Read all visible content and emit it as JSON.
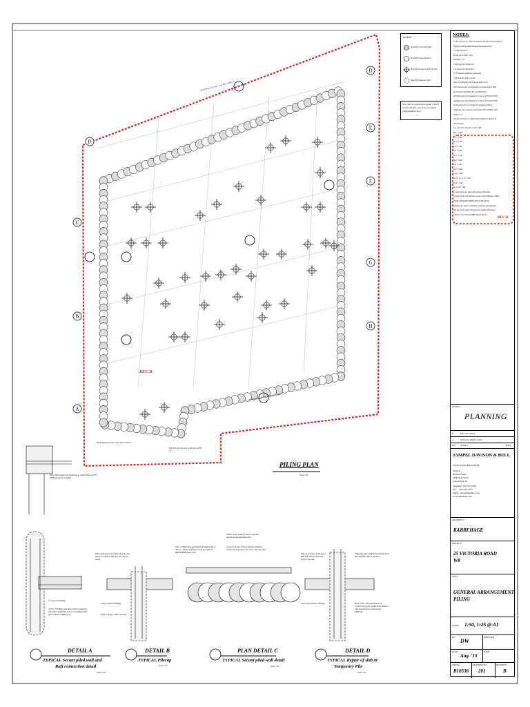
{
  "legend": {
    "heading": "LEGEND:",
    "items": [
      "denotes Secant hard piles",
      "denotes Secant soft piles",
      "denotes Permanent bearing piles",
      "denotes Temporary piles"
    ]
  },
  "pile_note": "Note that no construction grade 1 and 6 secant wall piles are to be cast above piling platform level.",
  "notes": {
    "title": "NOTES:",
    "lines": [
      "1.  This drawing is to read in conjunction with all relevant Architects,",
      "    Engineers and Specialist drawings and specifications.",
      "2.  Piling tolerances:",
      "    Setting out to within 75mm",
      "    Verticality 1:75",
      "3.  Bearing piles 350mm dia.",
      "    L-N denotes permanent piles",
      "    T1-T14 denotes temporary works piles",
      "    +0.85 indicates SWL in tonnes",
      "    Piles to be designed with minimum safety of 2.0",
      "    All permanent piles are designed for a tension load of 10kN",
      "    Secant piled wall 600mm dia. and 800mm dia.",
      "    All 600mm dia. piles designed for a load of 150 tonnes (SWL)",
      "    All 800mm dia. piles designed for a load of 150 tonnes (SWL)",
      "    Secant piled wall to be designed as propped cantilever.",
      "    Temporary piles maximum reinforcement 60% and 80% shaft",
      "    friction 17 m.",
      "    All piles to act as 1 in 150mm above finished cut off level of",
      "    slab all levels:",
      "    L.A. T4, T5, T7, T8, T9, T10   at +1.480",
      "    B                               at +1.380",
      "    C                               at +1.280",
      "    D                               at +1.180",
      "    E                               at +1.380",
      "    F                               at +1.580",
      "    G                               at +1.780",
      "    H                               at +1.480",
      "    J                               at +1.380",
      "    K                               at +1.280",
      "    T1                              at +1.080",
      "    20, 21, 23, 24                  at +1.380",
      "    25                              at +1.280",
      "    26, 13                          at +1.180",
      "5.  Loads shown are plans with spacing information",
      "    Concrete grade C40 minimum cement content 360kg/m³ of RSP",
      "    (NOTE: DESIGNED MIXES NOT TO BE USED).",
      "    maximum w/c ratio 0.5 and 60mm maximum size aggregate.",
      "    All concrete in contact with ground to comply with Design",
      "    Chemical Class DC2 and BRE Special Digest 1."
    ],
    "rev_cloud_label": "REV. B"
  },
  "status": "PLANNING",
  "revisions": [
    {
      "rev": "B",
      "text": "Pile notes revised",
      "date": ""
    },
    {
      "rev": "A",
      "text": "Secant pile details revised",
      "date": ""
    },
    {
      "rev": "REV",
      "text": "DETAILS",
      "date": "DATE"
    }
  ],
  "company": {
    "name": "JAMPEL DAVISON & BELL",
    "tagline": "CONSULTING ENGINEERS",
    "address": [
      "Studio 6",
      "Harbour House",
      "23 Harbour Road",
      "London N19 4JJ"
    ],
    "telephone_label": "Telephone",
    "telephone": "020 7272 0562",
    "fax_label": "Fax",
    "fax": "020 7263 4015",
    "email_label": "Email",
    "email": "info@jampeldb.co.uk",
    "web": "www.jampeldb.co.uk"
  },
  "architect": {
    "label": "ARCHITECT",
    "value": "RABBEHAGE"
  },
  "project": {
    "label": "PROJECT",
    "line1": "25 VICTORIA ROAD",
    "line2": "W8"
  },
  "drawing_title": {
    "label": "TITLE",
    "line1": "GENERAL ARRANGEMENT",
    "line2": "PILING"
  },
  "scale_field": {
    "label": "SCALE",
    "value": "1:50, 1:25 @ A1"
  },
  "drawn": {
    "label": "BY",
    "value": "DW"
  },
  "checked": {
    "label": "CHECKED",
    "value": ""
  },
  "date": {
    "label": "DATE",
    "value": "Aug. '15"
  },
  "date2": {
    "label": "DATE",
    "value": ""
  },
  "job_no": {
    "label": "JOB No.",
    "value": "B10536"
  },
  "drawing_no": {
    "label": "DRAWING No.",
    "value": "201"
  },
  "revision": {
    "label": "REVISION",
    "value": "B"
  },
  "plan": {
    "title": "PILING PLAN",
    "scale": "Scale 1:50",
    "rev_label": "REV. B",
    "grid_left": [
      "D",
      "C",
      "B",
      "A"
    ],
    "grid_right": [
      "D",
      "E",
      "F",
      "G",
      "H"
    ],
    "top_dim": "600 Ø Secant pile wall - hard piles at 800 crs",
    "bottom_dim": "600 Ø Secant pile wall - hard piles at 800 crs",
    "notch_dim": "600 Ø Secant pile wall - hard piles at 800 crs",
    "wall_note_left": "The reinforcement link projecting to within 50mm of FFL TYPICAL All Secant piles",
    "wall_callout": "600 Ø Secant pile wall - hard piles at 800 crs"
  },
  "details": [
    {
      "title": "DETAIL A",
      "sub1": "TYPICAL Secant piled wall and",
      "sub2": "Raft connection detail",
      "scale": "Scale 1:25",
      "notes": [
        "75 concrete blinding",
        "2/3 Ø x 750 High yield dowel bars to lead and sole plate at pad/slab level or 3 Ø 200mm into piles in Rand 1 HRB epoxy"
      ]
    },
    {
      "title": "DETAIL B",
      "sub1": "TYPICAL Pilecap",
      "sub2": "",
      "scale": "Scale 1:25",
      "notes": [
        "Pile reinforcement to project 40 x bar dia. above cut off level and bent into slab as shown",
        "75mm concrete blinding",
        "Piles to project 75mm into slab"
      ]
    },
    {
      "title": "PLAN DETAIL C",
      "sub1": "TYPICAL Secant piled wall detail",
      "sub2": "",
      "scale": "Scale 1:25",
      "notes": [
        "M12 x 250mm long galvanised threaded studs at 750 crs, 125mm embedment into hard piles in Rand B KEK epoxy resin.",
        "300mm deep rebate formed in soft piles only to receive basement slab",
        "Concrete facing 125mm minimum thickness reinforced A252 mesh, 40 covers, 950 min. laps."
      ]
    },
    {
      "title": "DETAIL D",
      "sub1": "TYPICAL Repair of slab at",
      "sub2": "Temporary Pile",
      "scale": "Scale 1:25",
      "notes": [
        "Pile cut out down to 50 below slab and reinforcement left project into slab",
        "Projecting slab reinforcement bend down into slab after pile is cut down",
        "Use 75mm concrete blinding",
        "Hold or R/L 100 waterstop to all construction joints. Fixed in accordance with manufacturers instructions. TYPICAL"
      ]
    }
  ],
  "colors": {
    "revision_cloud": "#e02020",
    "line": "#000000",
    "pile_fill": "#dcdcdc"
  }
}
